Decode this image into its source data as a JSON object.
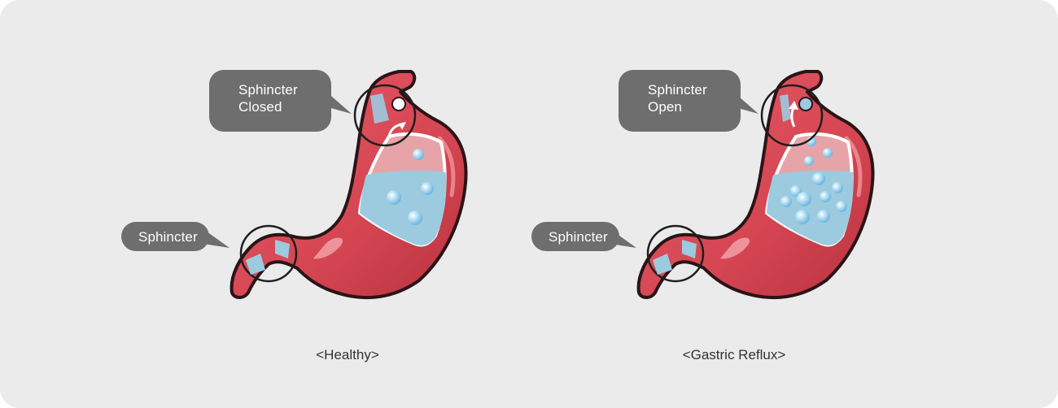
{
  "colors": {
    "background": "#ebebeb",
    "stomach_red": "#d94b57",
    "stomach_dark": "#8a2432",
    "fluid_blue": "#9cc8de",
    "callout_gray": "#6e6e6e"
  },
  "diagrams": [
    {
      "id": "healthy",
      "caption": "<Healthy>",
      "upper_callout": [
        "Sphincter",
        "Closed"
      ],
      "lower_callout": "Sphincter",
      "upper_sphincter_state": "closed"
    },
    {
      "id": "reflux",
      "caption": "<Gastric Reflux>",
      "upper_callout": [
        "Sphincter",
        "Open"
      ],
      "lower_callout": "Sphincter",
      "upper_sphincter_state": "open"
    }
  ]
}
